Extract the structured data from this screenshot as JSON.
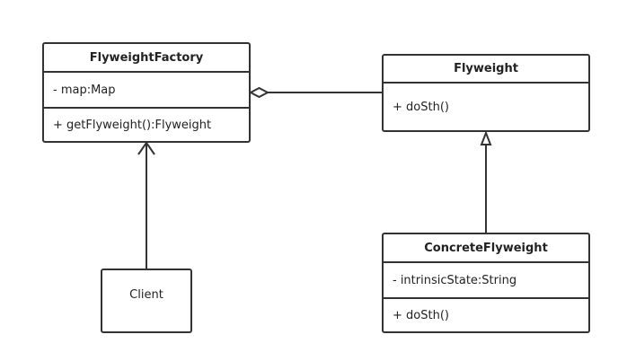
{
  "diagram": {
    "classes": {
      "factory": {
        "name": "FlyweightFactory",
        "attributes": [
          "- map:Map"
        ],
        "methods": [
          "+ getFlyweight():Flyweight"
        ]
      },
      "flyweight": {
        "name": "Flyweight",
        "methods": [
          "+ doSth()"
        ]
      },
      "concrete": {
        "name": "ConcreteFlyweight",
        "attributes": [
          "- intrinsicState:String"
        ],
        "methods": [
          "+ doSth()"
        ]
      },
      "client": {
        "name": "Client"
      }
    },
    "relations": [
      {
        "type": "aggregation",
        "from": "FlyweightFactory",
        "to": "Flyweight"
      },
      {
        "type": "generalization",
        "from": "ConcreteFlyweight",
        "to": "Flyweight"
      },
      {
        "type": "dependency",
        "from": "Client",
        "to": "FlyweightFactory"
      }
    ],
    "colors": {
      "stroke": "#333333",
      "background": "#ffffff"
    }
  }
}
